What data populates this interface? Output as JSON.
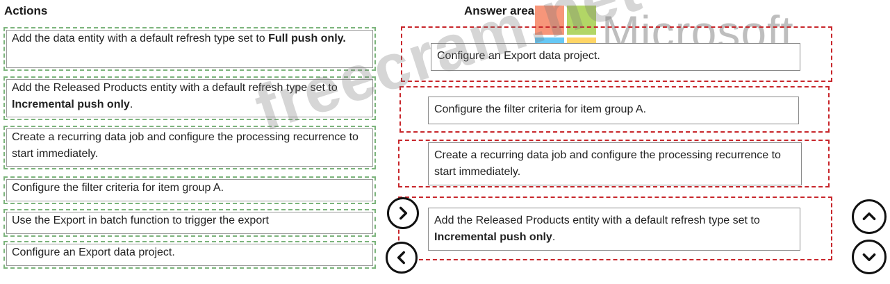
{
  "headings": {
    "actions": "Actions",
    "answer_area": "Answer area"
  },
  "actions": [
    {
      "pre": "Add the data entity with a default refresh type set to ",
      "bold": "Full push only.",
      "post": ""
    },
    {
      "pre": "Add the Released Products entity with a default refresh type set to ",
      "bold": "Incremental push only",
      "post": "."
    },
    {
      "pre": "Create a recurring data job and configure the processing recurrence to start immediately.",
      "bold": "",
      "post": ""
    },
    {
      "pre": "Configure the filter criteria for item group A.",
      "bold": "",
      "post": ""
    },
    {
      "pre": "Use the Export in batch function to trigger the export",
      "bold": "",
      "post": ""
    },
    {
      "pre": "Configure an Export data project.",
      "bold": "",
      "post": ""
    }
  ],
  "answers": [
    {
      "pre": "Configure an Export data project.",
      "bold": "",
      "post": ""
    },
    {
      "pre": "Configure the filter criteria for item group A.",
      "bold": "",
      "post": ""
    },
    {
      "pre": "Create a recurring data job and configure the processing recurrence to start immediately.",
      "bold": "",
      "post": ""
    },
    {
      "pre": "Add the Released Products entity with a default refresh type set to ",
      "bold": "Incremental push only",
      "post": "."
    }
  ],
  "watermark": "freecram.net",
  "logo": {
    "word": "Microsoft",
    "colors": [
      "#f25022",
      "#7fba00",
      "#00a4ef",
      "#ffb900"
    ]
  },
  "icons": {
    "move_right": "chevron-right-icon",
    "move_left": "chevron-left-icon",
    "move_up": "chevron-up-icon",
    "move_down": "chevron-down-icon"
  }
}
